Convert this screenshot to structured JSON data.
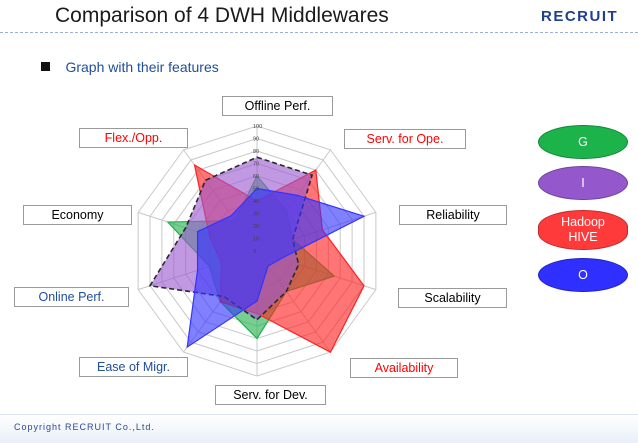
{
  "header": {
    "title": "Comparison of 4 DWH Middlewares",
    "brand": "RECRUIT"
  },
  "bullet": {
    "text": "Graph with their features"
  },
  "chart_data": {
    "type": "radar",
    "title": "",
    "axes": [
      "Offline Perf.",
      "Serv. for Ope.",
      "Reliability",
      "Scalability",
      "Availability",
      "Serv. for Dev.",
      "Ease of Migr.",
      "Online Perf.",
      "Economy",
      "Flex./Opp."
    ],
    "axis_label_colors": [
      "#000000",
      "#ff0000",
      "#000000",
      "#000000",
      "#ff0000",
      "#000000",
      "#1f4e9a",
      "#1f4e9a",
      "#000000",
      "#ff0000"
    ],
    "range": [
      0,
      100
    ],
    "ticks": [
      0,
      10,
      20,
      30,
      40,
      50,
      60,
      70,
      80,
      90,
      100
    ],
    "grid": true,
    "legend_position": "right",
    "series": [
      {
        "name": "G",
        "color": "#22b24c",
        "values": [
          60,
          40,
          30,
          65,
          40,
          70,
          50,
          40,
          75,
          30
        ]
      },
      {
        "name": "Hadoop\nHIVE",
        "color": "#ff2020",
        "values": [
          40,
          80,
          55,
          90,
          100,
          50,
          50,
          30,
          40,
          85
        ]
      },
      {
        "name": "I",
        "color": "#9b59d0",
        "values": [
          75,
          75,
          30,
          35,
          40,
          55,
          45,
          90,
          60,
          70
        ]
      },
      {
        "name": "O",
        "color": "#3333ff",
        "values": [
          50,
          55,
          90,
          20,
          15,
          40,
          95,
          50,
          50,
          35
        ]
      }
    ]
  },
  "legend": {
    "items": [
      {
        "label": "G",
        "color": "#1bb34a"
      },
      {
        "label": "I",
        "color": "#9457cc"
      },
      {
        "label": "Hadoop\nHIVE",
        "color": "#ff3a3a"
      },
      {
        "label": "O",
        "color": "#2f2fff"
      }
    ]
  },
  "footer": {
    "copyright": "Copyright RECRUIT Co.,Ltd."
  }
}
